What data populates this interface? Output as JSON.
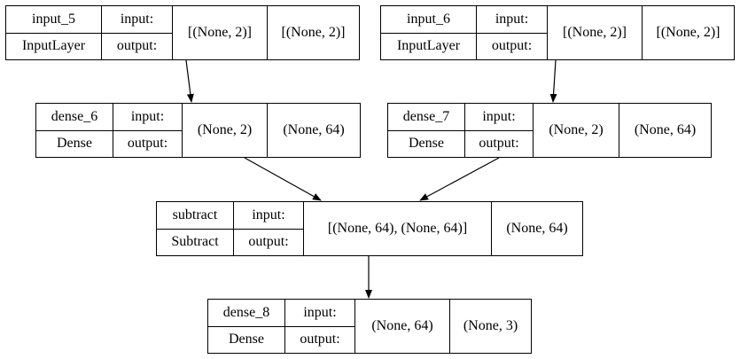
{
  "nodes": [
    {
      "name": "input_5",
      "class": "InputLayer",
      "in_label": "input:",
      "out_label": "output:",
      "input_shape": "[(None, 2)]",
      "output_shape": "[(None, 2)]"
    },
    {
      "name": "input_6",
      "class": "InputLayer",
      "in_label": "input:",
      "out_label": "output:",
      "input_shape": "[(None, 2)]",
      "output_shape": "[(None, 2)]"
    },
    {
      "name": "dense_6",
      "class": "Dense",
      "in_label": "input:",
      "out_label": "output:",
      "input_shape": "(None, 2)",
      "output_shape": "(None, 64)"
    },
    {
      "name": "dense_7",
      "class": "Dense",
      "in_label": "input:",
      "out_label": "output:",
      "input_shape": "(None, 2)",
      "output_shape": "(None, 64)"
    },
    {
      "name": "subtract",
      "class": "Subtract",
      "in_label": "input:",
      "out_label": "output:",
      "input_shape": "[(None, 64), (None, 64)]",
      "output_shape": "(None, 64)"
    },
    {
      "name": "dense_8",
      "class": "Dense",
      "in_label": "input:",
      "out_label": "output:",
      "input_shape": "(None, 64)",
      "output_shape": "(None, 3)"
    }
  ],
  "edges": [
    {
      "from": "input_5",
      "to": "dense_6"
    },
    {
      "from": "input_6",
      "to": "dense_7"
    },
    {
      "from": "dense_6",
      "to": "subtract"
    },
    {
      "from": "dense_7",
      "to": "subtract"
    },
    {
      "from": "subtract",
      "to": "dense_8"
    }
  ]
}
